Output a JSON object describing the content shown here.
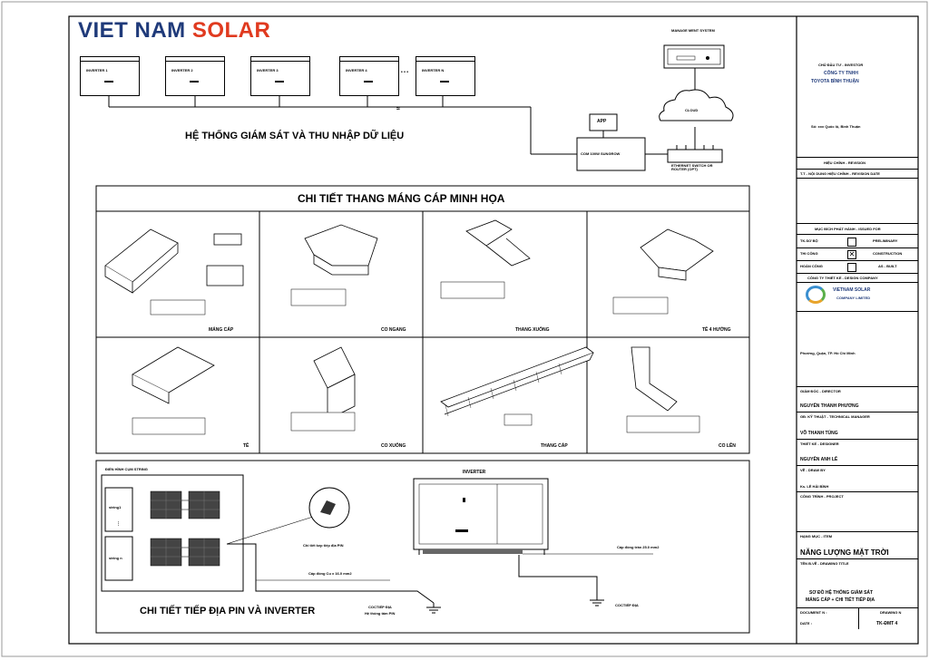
{
  "logo": {
    "part1": "VIET NAM ",
    "part2": "SOLAR"
  },
  "monitoring": {
    "inverters": [
      "INVERTER 1",
      "INVERTER 2",
      "INVERTER 3",
      "INVERTER 4",
      "INVERTER N"
    ],
    "ellipsis": "• • •",
    "management_system": "MANAGE MENT SYSTEM",
    "app": "APP",
    "cloud": "CLOUD",
    "com_box": "COM 100W SUNGROW",
    "switch": "ETHERNET SWITCH OR ROUTER (OPT)",
    "title": "HỆ THỐNG GIÁM SÁT VÀ THU NHẬP DỮ LIỆU"
  },
  "tray": {
    "title": "CHI TIẾT THANG MÁNG CÁP MINH HỌA",
    "cells": [
      "MÁNG CÁP",
      "CO NGANG",
      "THANG XUỐNG",
      "TÊ 4 HƯỚNG",
      "TÊ",
      "CO XUỐNG",
      "THANG CÁP",
      "CO LÊN"
    ]
  },
  "grounding": {
    "string_title": "ĐIỂN HÌNH CỤM STRING",
    "string1": "string1",
    "dots": "⋮",
    "stringn": "string n",
    "clamp": "Chi tiết kẹp tiếp địa PIN",
    "inverter": "INVERTER",
    "cable1": "Cáp đồng Cu x 16.0 mm2",
    "cable2": "Cáp đồng trần 25.0 mm2",
    "ground1a": "COCTIẾP ĐỊA",
    "ground1b": "Hệ thống tấm PIN",
    "ground2": "COCTIẾP ĐỊA",
    "title": "CHI TIẾT TIẾP ĐỊA PIN VÀ INVERTER"
  },
  "titleblock": {
    "investor_label": "CHỦ ĐẦU TƯ - INVESTOR",
    "investor1": "CÔNG TY TNHH",
    "investor2": "TOYOTA BÌNH THUẬN",
    "address": "Số: xxx Quốc lộ, Bình Thuận",
    "revision": "HIỆU CHỈNH - REVISION",
    "revision_cols": "T.T - NỘI DUNG HIỆU CHỈNH - REVISION DATE",
    "issue": "MỤC ĐÍCH PHÁT HÀNH - ISSUED FOR",
    "issue_rows": [
      [
        "TK.SƠ BỘ",
        "PRELIMINARY"
      ],
      [
        "THI CÔNG",
        "CONSTRUCTION"
      ],
      [
        "HOÀN CÔNG",
        "AS - BUILT"
      ]
    ],
    "company_label": "CÔNG TY THIẾT KẾ - DESIGN COMPANY",
    "company1": "VIETNAM SOLAR",
    "company2": "COMPANY LIMITED",
    "company_addr": "Phường, Quận, TP. Hồ Chí Minh",
    "director_label": "GIÁM ĐỐC - DIRECTOR",
    "director": "NGUYỄN THANH PHƯƠNG",
    "tech_label": "GĐ. KỸ THUẬT - TECHNICAL MANAGER",
    "tech": "VÕ THANH TÙNG",
    "designer_label": "THIẾT KẾ - DESIGNER",
    "designer": "NGUYỄN ANH LÊ",
    "drawby_label": "VẼ - DRAW BY",
    "drawby": "Ks. LÊ HẢI BÌNH",
    "project_label": "CÔNG TRÌNH - PROJECT",
    "item_label": "HẠNG MỤC - ITEM",
    "item": "NĂNG LƯỢNG MẶT TRỜI",
    "dtitle_label": "TÊN B.VẼ - DRAWING TITLE",
    "dtitle1": "SƠ ĐỒ HỆ THỐNG GIÁM SÁT",
    "dtitle2": "MÁNG CÁP + CHI TIẾT TIẾP ĐỊA",
    "doc_label": "DOCUMENT N :",
    "drawing_label": "DRAWING N",
    "date_label": "DATE :",
    "drawing_no": "TK-ĐMT 4"
  }
}
